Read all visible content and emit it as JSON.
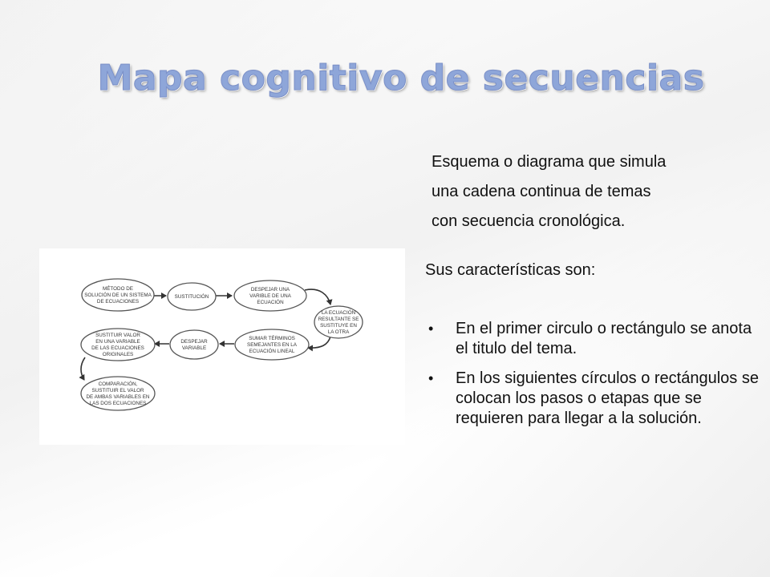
{
  "title": "Mapa cognitivo de secuencias",
  "intro_lines": [
    "Esquema o diagrama que simula",
    "una cadena continua de temas",
    "con secuencia cronológica."
  ],
  "characteristics_heading": "Sus características son:",
  "bullets": [
    "En el primer circulo o rectángulo se anota el titulo del tema.",
    "En los siguientes círculos o rectángulos se colocan los pasos o etapas que se requieren para llegar a la solución."
  ],
  "diagram": {
    "nodes": [
      {
        "id": "n1",
        "lines": [
          "MÉTODO DE",
          "SOLUCIÓN DE UN SISTEMA",
          "DE ECUACIONES"
        ]
      },
      {
        "id": "n2",
        "lines": [
          "SUSTITUCIÓN"
        ]
      },
      {
        "id": "n3",
        "lines": [
          "DESPEJAR UNA",
          "VARIBLE DE UNA",
          "ECUACIÓN"
        ]
      },
      {
        "id": "n4",
        "lines": [
          "LA ECUACIÓN",
          "RESULTANTE SE",
          "SUSTITUYE EN",
          "LA OTRA"
        ]
      },
      {
        "id": "n5",
        "lines": [
          "SUMAR TÉRMINOS",
          "SEMEJANTES EN LA",
          "ECUACIÓN LINEAL"
        ]
      },
      {
        "id": "n6",
        "lines": [
          "DESPEJAR",
          "VARIABLE"
        ]
      },
      {
        "id": "n7",
        "lines": [
          "SUSTITUIR VALOR",
          "EN UNA VARIABLE",
          "DE LAS ECUACIONES",
          "ORIGINALES"
        ]
      },
      {
        "id": "n8",
        "lines": [
          "COMPARACIÓN,",
          "SUSTITUIR EL VALOR",
          "DE AMBAS VARIABLES EN",
          "LAS DOS ECUACIONES"
        ]
      }
    ]
  }
}
